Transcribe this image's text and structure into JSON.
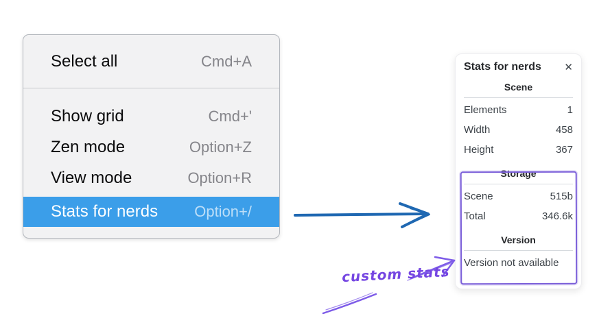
{
  "menu": {
    "items": [
      {
        "label": "Select all",
        "shortcut": "Cmd+A"
      },
      {
        "label": "Show grid",
        "shortcut": "Cmd+'"
      },
      {
        "label": "Zen mode",
        "shortcut": "Option+Z"
      },
      {
        "label": "View mode",
        "shortcut": "Option+R"
      },
      {
        "label": "Stats for nerds",
        "shortcut": "Option+/",
        "highlighted": true
      }
    ]
  },
  "stats_panel": {
    "title": "Stats for nerds",
    "close_icon": "✕",
    "sections": [
      {
        "heading": "Scene",
        "rows": [
          {
            "label": "Elements",
            "value": "1"
          },
          {
            "label": "Width",
            "value": "458"
          },
          {
            "label": "Height",
            "value": "367"
          }
        ]
      },
      {
        "heading": "Storage",
        "rows": [
          {
            "label": "Scene",
            "value": "515b"
          },
          {
            "label": "Total",
            "value": "346.6k"
          }
        ]
      },
      {
        "heading": "Version",
        "note": "Version not available"
      }
    ]
  },
  "annotation": {
    "label": "custom stats"
  },
  "colors": {
    "menu_highlight": "#3b9ee9",
    "flow_arrow_blue": "#1f68b2",
    "annotation_purple": "#7b5fd9"
  }
}
